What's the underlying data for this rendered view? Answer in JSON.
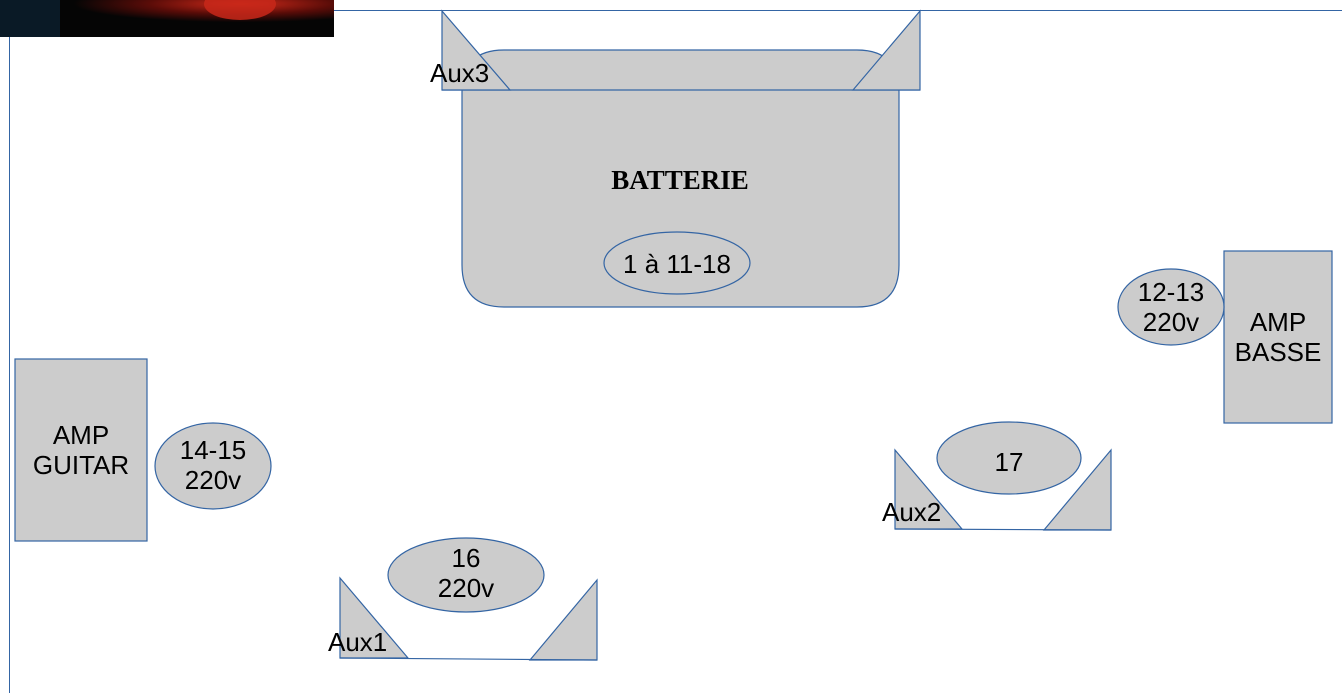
{
  "drums": {
    "label": "BATTERIE",
    "channels": "1 à 11-18"
  },
  "amp_bass": {
    "line1": "AMP",
    "line2": "BASSE",
    "channels": "12-13",
    "power": "220v"
  },
  "amp_guitar": {
    "line1": "AMP",
    "line2": "GUITAR",
    "channels": "14-15",
    "power": "220v"
  },
  "monitor_aux1": {
    "label": "Aux1",
    "channels": "16",
    "power": "220v"
  },
  "monitor_aux2": {
    "label": "Aux2",
    "channels": "17"
  },
  "monitor_aux3": {
    "label": "Aux3"
  },
  "colors": {
    "shape_fill": "#cccccc",
    "outline": "#3465a4",
    "border": "#3465a4"
  },
  "corner_image": {
    "description_icon": "stage-photo-thumbnail"
  }
}
